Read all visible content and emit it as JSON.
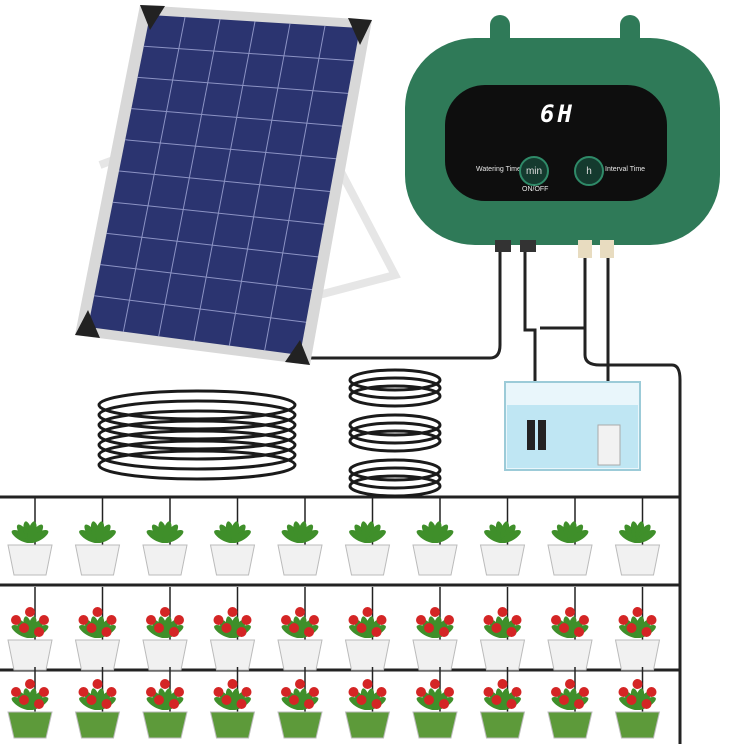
{
  "controller": {
    "display_value": "6H",
    "watering_label": "Watering Time",
    "min_button": "min",
    "onoff_label": "ON/OFF",
    "h_button": "h",
    "interval_label": "Interval Time",
    "body_color": "#2f7a58"
  },
  "pots": {
    "rows": [
      {
        "type": "white-pot-green-plant",
        "count": 10
      },
      {
        "type": "white-pot-red-flower",
        "count": 10
      },
      {
        "type": "green-pot-red-flower",
        "count": 10
      }
    ]
  }
}
